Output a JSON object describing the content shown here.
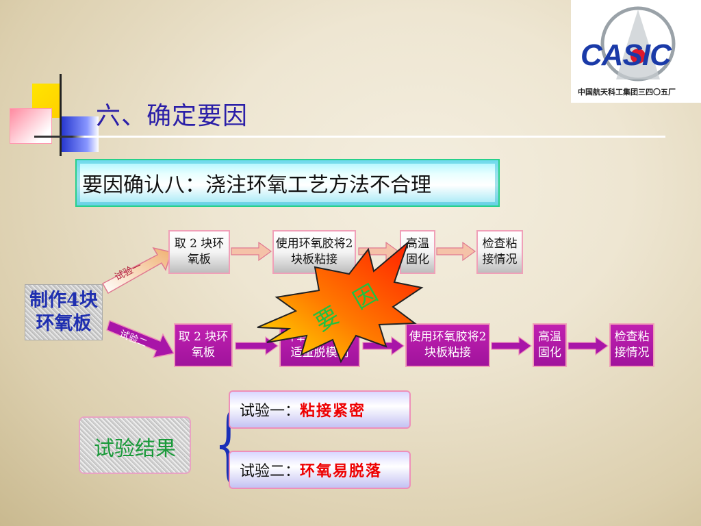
{
  "slide": {
    "title": "六、确定要因",
    "headline": "要因确认八：浇注环氧工艺方法不合理"
  },
  "logo": {
    "text": "CASIC",
    "caption": "中国航天科工集团三四〇五厂"
  },
  "start": {
    "label": "制作4块环氧板"
  },
  "branches": {
    "trial1_label": "试验一",
    "trial2_label": "试验二"
  },
  "trial1_steps": [
    "取 2 块环氧板",
    "使用环氧胶将2块板粘接",
    "高温固化",
    "检查粘接情况"
  ],
  "trial2_steps": [
    "取 2 块环氧板",
    "环氧板上涂抹适量脱模剂",
    "使用环氧胶将2块板粘接",
    "高温固化",
    "检查粘接情况"
  ],
  "callout": {
    "text": "要 因"
  },
  "results": {
    "label": "试验结果",
    "items": [
      {
        "label": "试验一：",
        "value": "粘接紧密"
      },
      {
        "label": "试验二：",
        "value": "环氧易脱落"
      }
    ]
  },
  "colors": {
    "title": "#2b1fa8",
    "start_text": "#1f2fb0",
    "result_text": "#1a9a3a",
    "result_value": "#ee0000",
    "trial2_box": "#a0139c"
  }
}
